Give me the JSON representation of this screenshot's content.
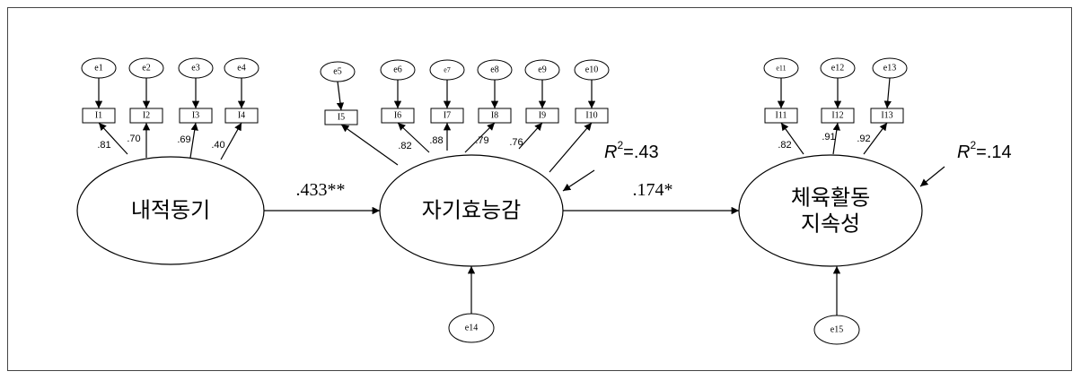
{
  "latent": {
    "intrinsic": "내적동기",
    "efficacy": "자기효능감",
    "activity_line1": "체육활동",
    "activity_line2": "지속성"
  },
  "errors": [
    "e1",
    "e2",
    "e3",
    "e4",
    "e5",
    "e6",
    "e7",
    "e8",
    "e9",
    "e10",
    "e11",
    "e12",
    "e13",
    "e14",
    "e15"
  ],
  "items": [
    "I1",
    "I2",
    "I3",
    "I4",
    "I5",
    "I6",
    "I7",
    "I8",
    "I9",
    "I10",
    "I11",
    "I12",
    "I13"
  ],
  "loadings": [
    ".81",
    ".70",
    ".69",
    ".40",
    "",
    ".82",
    ".88",
    ".79",
    ".76",
    "",
    ".82",
    ".91",
    ".92"
  ],
  "paths": {
    "p1": ".433**",
    "p2": ".174*"
  },
  "r2": {
    "efficacy": {
      "symbol": "R",
      "sup": "2",
      "value": "=.43"
    },
    "activity": {
      "symbol": "R",
      "sup": "2",
      "value": "=.14"
    }
  }
}
